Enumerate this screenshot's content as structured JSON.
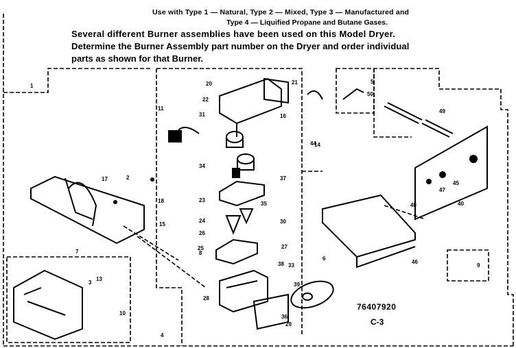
{
  "header": {
    "line1": "Use with Type 1 — Natural, Type 2 — Mixed, Type 3 — Manufactured and",
    "line2": "Type 4 — Liquified Propane and Butane Gases."
  },
  "note": {
    "line1": "Several different Burner assemblies have been used on this Model Dryer.",
    "line2": "Determine the Burner Assembly part number on the Dryer and order individual",
    "line3": "parts as shown for that Burner."
  },
  "callouts": [
    "1",
    "2",
    "3",
    "4",
    "5",
    "6",
    "7",
    "8",
    "9",
    "10",
    "11",
    "13",
    "14",
    "15",
    "16",
    "17",
    "18",
    "20",
    "21",
    "22",
    "23",
    "24",
    "25",
    "26",
    "27",
    "28",
    "29",
    "30",
    "31",
    "33",
    "34",
    "35",
    "36",
    "37",
    "38",
    "39",
    "40",
    "44",
    "45",
    "46",
    "47",
    "48",
    "49",
    "50"
  ],
  "footer": {
    "drawing_number": "76407920",
    "page_code": "C-3"
  }
}
